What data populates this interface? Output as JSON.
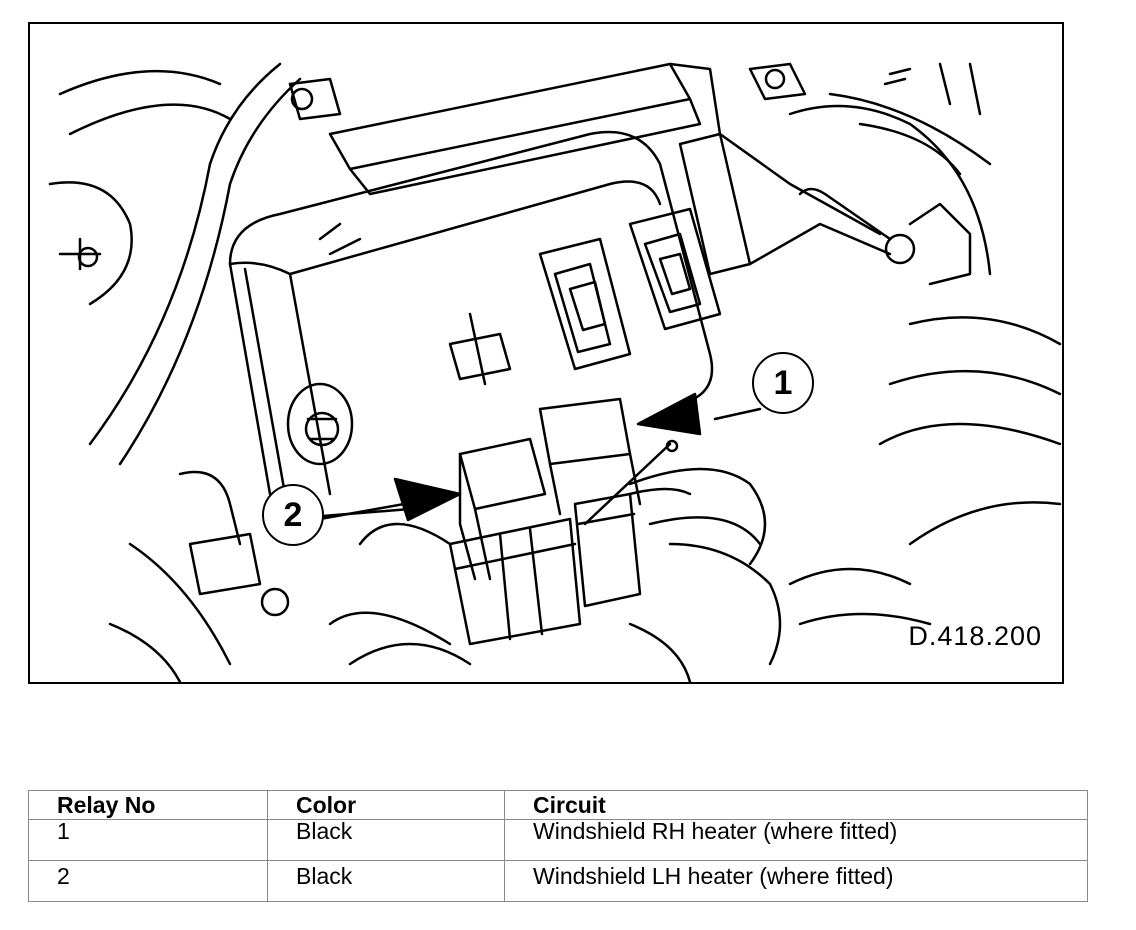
{
  "figure": {
    "reference": "D.418.200",
    "callouts": [
      {
        "label": "1"
      },
      {
        "label": "2"
      }
    ]
  },
  "table": {
    "headers": [
      "Relay No",
      "Color",
      "Circuit"
    ],
    "rows": [
      [
        "1",
        "Black",
        "Windshield RH heater (where fitted)"
      ],
      [
        "2",
        "Black",
        "Windshield LH heater (where fitted)"
      ]
    ]
  }
}
